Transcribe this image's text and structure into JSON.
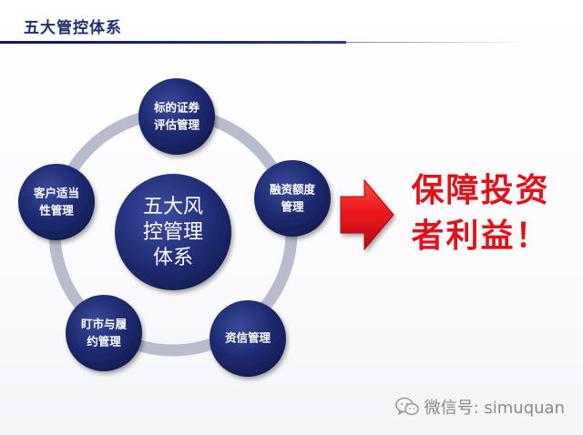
{
  "header": {
    "title": "五大管控体系"
  },
  "diagram": {
    "center": {
      "lines": [
        "五大风",
        "控管理",
        "体系"
      ]
    },
    "nodes": [
      {
        "id": "underlying",
        "lines": [
          "标的证券",
          "评估管理"
        ]
      },
      {
        "id": "margin-quota",
        "lines": [
          "融资额度",
          "管理"
        ]
      },
      {
        "id": "credit",
        "lines": [
          "资信管理"
        ]
      },
      {
        "id": "market",
        "lines": [
          "盯市与履",
          "约管理"
        ]
      },
      {
        "id": "suitability",
        "lines": [
          "客户适当",
          "性管理"
        ]
      }
    ],
    "colors": {
      "node_fill": "#1e2a6e",
      "ring": "#b9bccd",
      "arrow": "#e8141c",
      "result": "#e0121a"
    }
  },
  "result": {
    "line1": "保障投资",
    "line2": "者利益！"
  },
  "watermark": {
    "icon": "wechat-icon",
    "text": "微信号: simuquan"
  }
}
